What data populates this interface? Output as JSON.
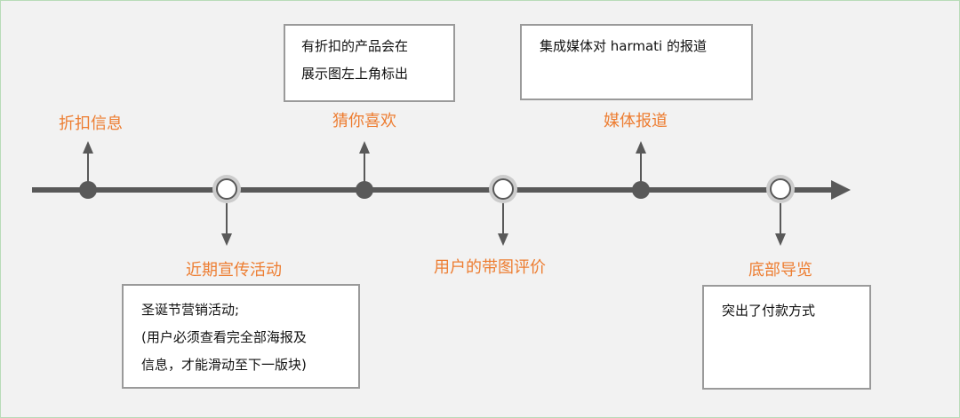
{
  "colors": {
    "line": "#595959",
    "label": "#ed7d31",
    "node_ring": "#cccccc",
    "node_fill": "#ffffff",
    "background": "#f2f2f2"
  },
  "timeline": {
    "nodes": [
      {
        "label": "折扣信息",
        "type": "filled",
        "direction": "up"
      },
      {
        "label": "近期宣传活动",
        "type": "hollow",
        "direction": "down"
      },
      {
        "label": "猜你喜欢",
        "type": "filled",
        "direction": "up"
      },
      {
        "label": "用户的带图评价",
        "type": "hollow",
        "direction": "down"
      },
      {
        "label": "媒体报道",
        "type": "filled",
        "direction": "up"
      },
      {
        "label": "底部导览",
        "type": "hollow",
        "direction": "down"
      }
    ]
  },
  "notes": {
    "guess_you_like": [
      "有折扣的产品会在",
      "展示图左上角标出"
    ],
    "media_reports": [
      "集成媒体对  harmati  的报道"
    ],
    "promotion": [
      "圣诞节营销活动;",
      "(用户必须查看完全部海报及",
      "信息，才能滑动至下一版块)"
    ],
    "bottom_nav": [
      "突出了付款方式"
    ]
  }
}
